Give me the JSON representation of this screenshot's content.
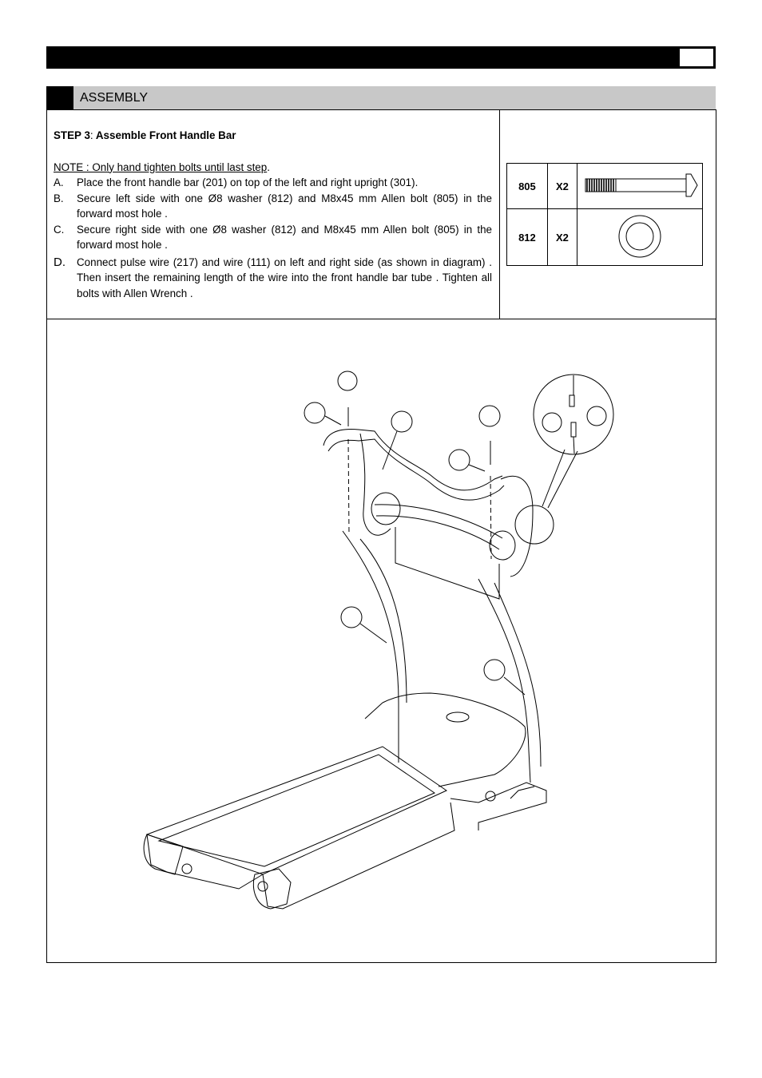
{
  "section": {
    "title": "ASSEMBLY"
  },
  "step": {
    "label": "STEP 3",
    "separator": ":",
    "title": "Assemble Front Handle Bar"
  },
  "note": "NOTE : Only hand tighten bolts until last step",
  "note_end": ".",
  "instructions": [
    {
      "letter": "A.",
      "text": "Place the front handle bar (201) on top of the left and right upright (301)."
    },
    {
      "letter": "B.",
      "text": "Secure left side with one Ø8 washer (812) and M8x45 mm Allen bolt (805) in the forward most hole ."
    },
    {
      "letter": "C.",
      "text": "Secure right side with one Ø8 washer (812) and M8x45 mm Allen bolt (805) in the forward most hole ."
    },
    {
      "letter": "D.",
      "text": "Connect pulse wire (217) and wire (111) on left and right side (as shown in diagram) . Then insert the remaining length of the wire into the front handle bar tube . Tighten all bolts with Allen Wrench ."
    }
  ],
  "parts": [
    {
      "number": "805",
      "qty": "X2",
      "icon": "bolt-icon"
    },
    {
      "number": "812",
      "qty": "X2",
      "icon": "washer-icon"
    }
  ]
}
